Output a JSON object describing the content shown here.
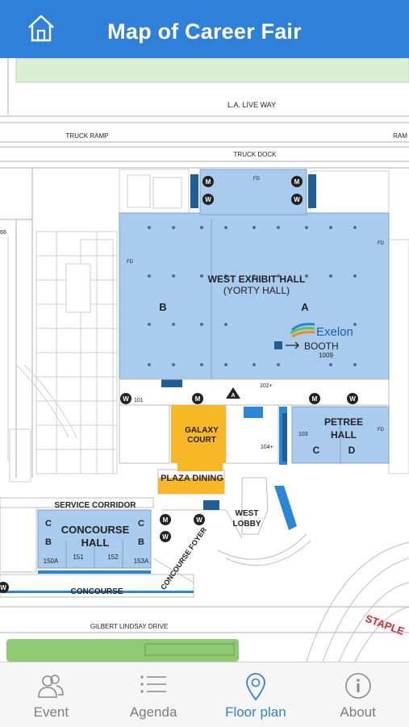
{
  "header": {
    "title": "Map of Career Fair",
    "home_icon": "home-icon"
  },
  "map": {
    "streets": {
      "la_live_way": "L.A. LIVE WAY",
      "truck_ramp": "TRUCK RAMP",
      "truck_ramp_right": "RAM",
      "truck_dock": "TRUCK DOCK",
      "gilbert_lindsay": "GILBERT LINDSAY DRIVE",
      "staples": "STAPLE"
    },
    "labels": {
      "fd": "FD",
      "left_edge": "68",
      "west_exhibit_hall": "WEST EXHIBIT HALL",
      "yorty_hall": "(YORTY HALL)",
      "hall_a": "A",
      "hall_b": "B",
      "exelon": "Exelon",
      "booth": "BOOTH",
      "booth_number": "1009",
      "room_101": "101",
      "room_102": "102+",
      "room_103": "103",
      "room_104": "104+",
      "galaxy_court_1": "GALAXY",
      "galaxy_court_2": "COURT",
      "petree_hall_1": "PETREE",
      "petree_hall_2": "HALL",
      "petree_c": "C",
      "petree_d": "D",
      "plaza_dining": "PLAZA DINING",
      "service_corridor": "SERVICE CORRIDOR",
      "concourse_hall_1": "CONCOURSE",
      "concourse_hall_2": "HALL",
      "ch_c": "C",
      "ch_b": "B",
      "room_150a": "150A",
      "room_151": "151",
      "room_152": "152",
      "room_153a": "153A",
      "concourse": "CONCOURSE",
      "concourse_foyer": "CONCOURSE FOYER",
      "west_lobby_1": "WEST",
      "west_lobby_2": "LOBBY",
      "marker_m": "M",
      "marker_w": "W",
      "marker_a": "A"
    },
    "colors": {
      "hall_blue": "#a9cbed",
      "dark_blue": "#1f5e96",
      "bright_blue": "#2a86d6",
      "yellow": "#f6b827",
      "green": "#8fc974",
      "light_green": "#dcefd4"
    }
  },
  "tabs": [
    {
      "label": "Event",
      "icon": "people-icon",
      "active": false
    },
    {
      "label": "Agenda",
      "icon": "list-icon",
      "active": false
    },
    {
      "label": "Floor plan",
      "icon": "location-pin-icon",
      "active": true
    },
    {
      "label": "About",
      "icon": "info-icon",
      "active": false
    }
  ]
}
